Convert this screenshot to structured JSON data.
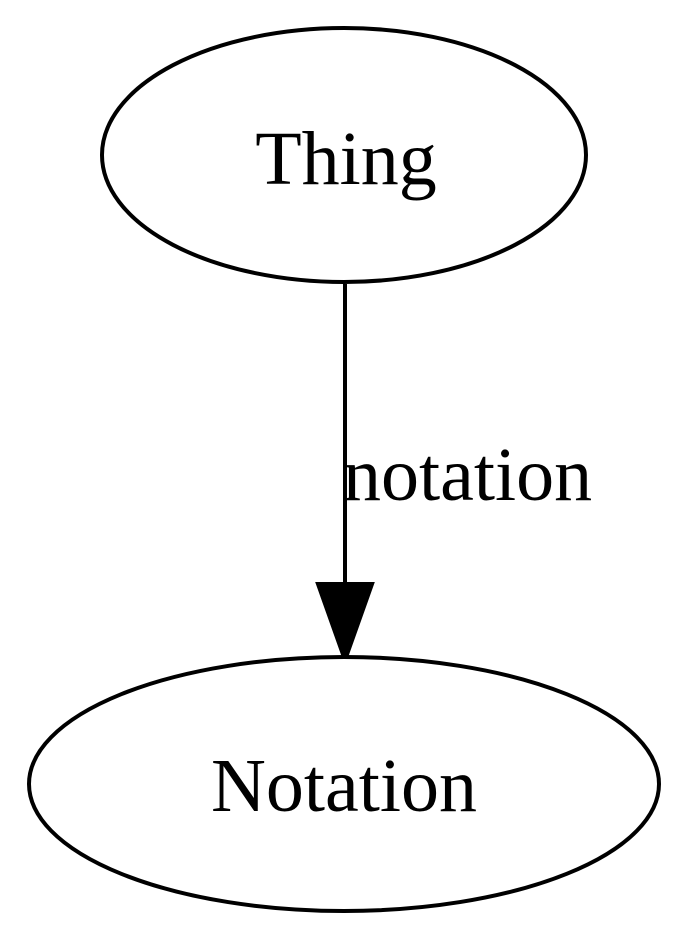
{
  "nodes": {
    "thing": {
      "label": "Thing"
    },
    "notation": {
      "label": "Notation"
    }
  },
  "edges": [
    {
      "from": "Thing",
      "to": "Notation",
      "label": "notation"
    }
  ],
  "colors": {
    "stroke": "#000000",
    "background": "#ffffff"
  }
}
